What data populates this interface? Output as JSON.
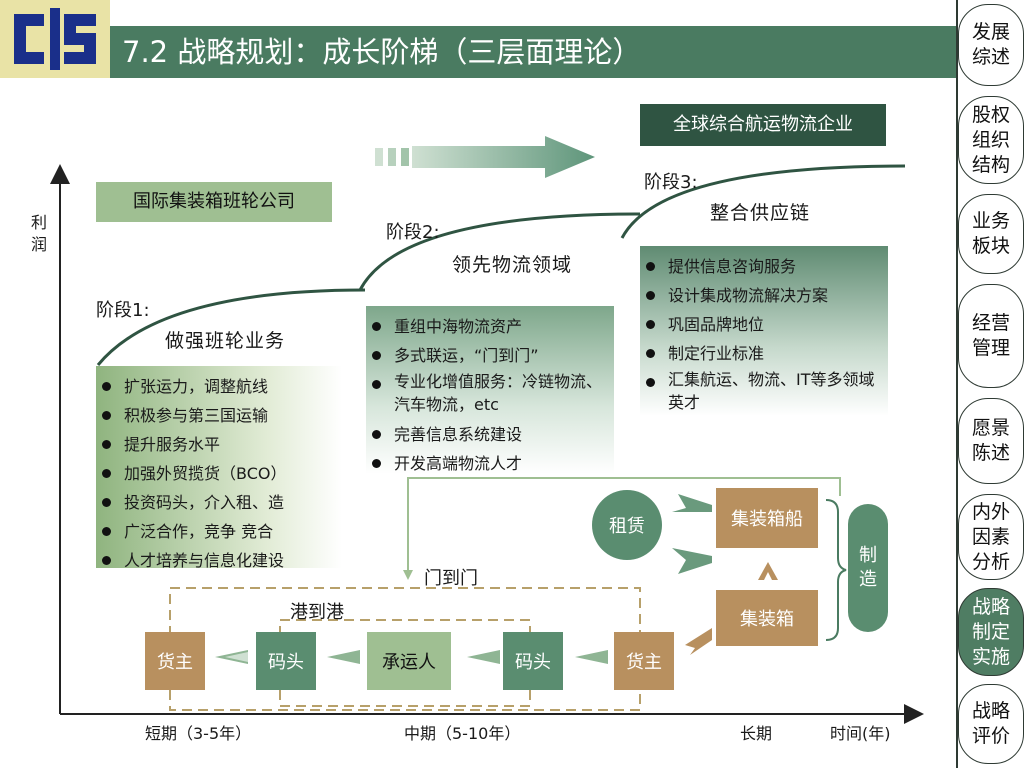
{
  "header": {
    "title": "7.2 战略规划：成长阶梯（三层面理论）",
    "logo_text": "CS"
  },
  "nav": [
    {
      "label": "发展综述",
      "active": false
    },
    {
      "label": "股权组织结构",
      "active": false
    },
    {
      "label": "业务板块",
      "active": false
    },
    {
      "label": "经营管理",
      "active": false
    },
    {
      "label": "愿景陈述",
      "active": false
    },
    {
      "label": "内外因素分析",
      "active": false
    },
    {
      "label": "战略制定实施",
      "active": true
    },
    {
      "label": "战略评价",
      "active": false
    }
  ],
  "axes": {
    "y_label": "利润",
    "x_ticks": [
      "短期（3-5年）",
      "中期（5-10年）",
      "长期"
    ],
    "x_label": "时间(年)"
  },
  "tags": {
    "international": "国际集装箱班轮公司",
    "global": "全球综合航运物流企业"
  },
  "stages": [
    {
      "label": "阶段1:",
      "name": "做强班轮业务",
      "items": [
        "扩张运力，调整航线",
        "积极参与第三国运输",
        "提升服务水平",
        "加强外贸揽货（BCO）",
        "投资码头，介入租、造",
        "广泛合作，竞争 竞合",
        "人才培养与信息化建设"
      ]
    },
    {
      "label": "阶段2:",
      "name": "领先物流领域",
      "items": [
        "重组中海物流资产",
        "多式联运，“门到门”",
        "专业化增值服务：冷链物流、汽车物流，etc",
        "完善信息系统建设",
        "开发高端物流人才"
      ]
    },
    {
      "label": "阶段3:",
      "name": "整合供应链",
      "items": [
        "提供信息咨询服务",
        "设计集成物流解决方案",
        "巩固品牌地位",
        "制定行业标准",
        "汇集航运、物流、IT等多领域英才"
      ]
    }
  ],
  "flow": {
    "door_to_door": "门到门",
    "port_to_port": "港到港",
    "shipper_left": "货主",
    "terminal_left": "码头",
    "carrier": "承运人",
    "terminal_right": "码头",
    "shipper_right": "货主",
    "container": "集装箱",
    "container_ship": "集装箱船",
    "leasing": "租赁",
    "manufacturing": "制造"
  },
  "colors": {
    "header": "#4a7b61",
    "dark_green": "#4f7d63",
    "light_green": "#9fbf92",
    "brown": "#b8905f",
    "tag_dark": "#2f5442"
  }
}
